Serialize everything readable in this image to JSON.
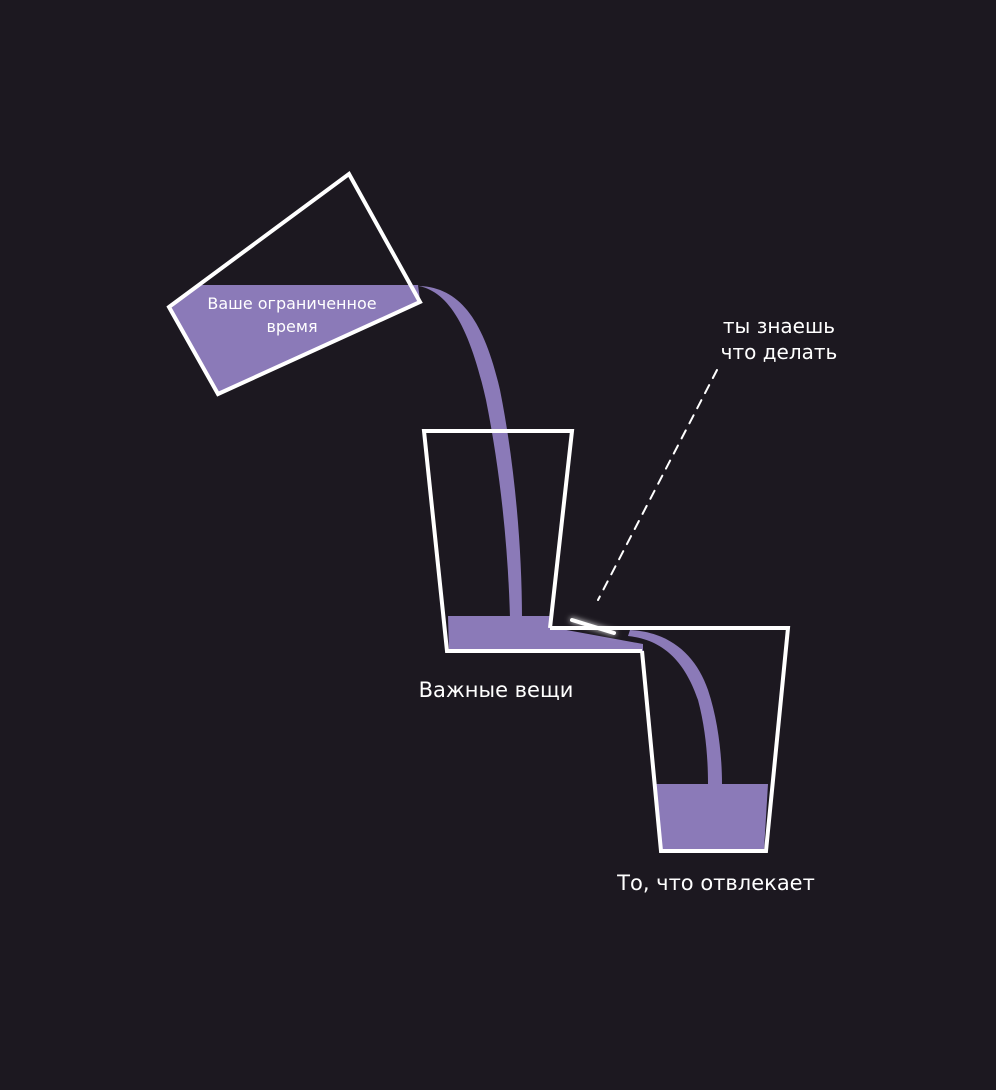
{
  "diagram": {
    "colors": {
      "background": "#1c1820",
      "liquid": "#8b7ab8",
      "outline": "#ffffff"
    },
    "labels": {
      "pitcher_line1": "Ваше ограниченное",
      "pitcher_line2": "время",
      "important_cup": "Важные вещи",
      "distraction_cup": "То, что отвлекает",
      "callout_line1": "ты знаешь",
      "callout_line2": "что делать"
    }
  }
}
